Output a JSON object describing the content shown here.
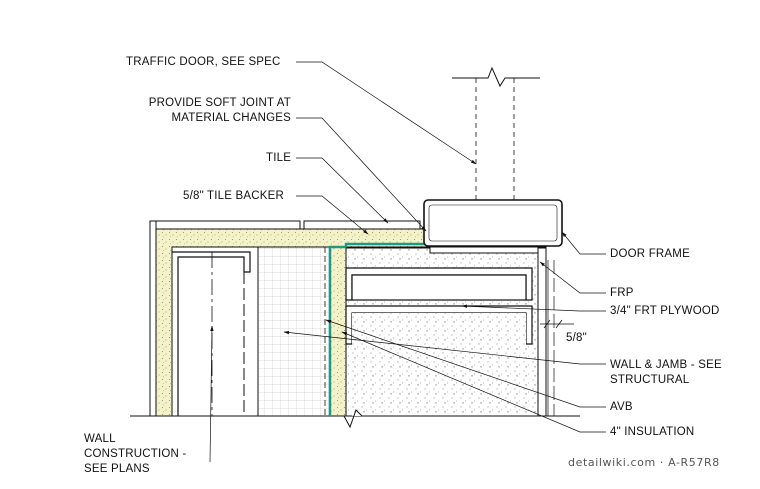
{
  "labels": {
    "traffic_door": "TRAFFIC DOOR, SEE SPEC",
    "soft_joint_1": "PROVIDE SOFT JOINT AT",
    "soft_joint_2": "MATERIAL CHANGES",
    "tile": "TILE",
    "tile_backer": "5/8\" TILE BACKER",
    "door_frame": "DOOR FRAME",
    "frp": "FRP",
    "plywood": "3/4\" FRT PLYWOOD",
    "dimension": "5/8\"",
    "wall_jamb_1": "WALL & JAMB - SEE",
    "wall_jamb_2": "STRUCTURAL",
    "avb": "AVB",
    "insulation": "4\" INSULATION",
    "wall_construction_1": "WALL",
    "wall_construction_2": "CONSTRUCTION -",
    "wall_construction_3": "SEE PLANS"
  },
  "watermark": "detailwiki.com · A-R57R8",
  "colors": {
    "line": "#111111",
    "tile_backer_fill": "#f4f2c8",
    "avb": "#1a9a8a",
    "insulation_grid": "#cfcfcf",
    "concrete_dots": "#9a9a9a"
  }
}
